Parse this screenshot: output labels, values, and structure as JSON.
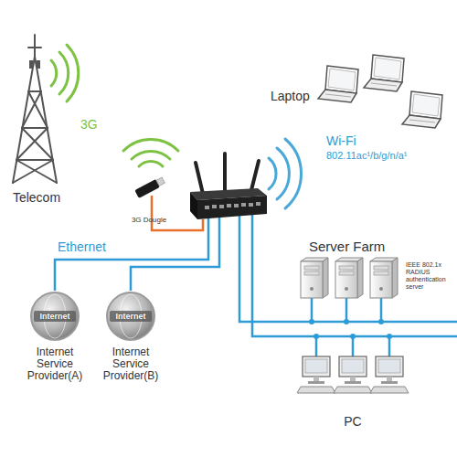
{
  "diagram": {
    "nodes": [
      {
        "text": [
          "Internet",
          "Internet Service Provider(A)"
        ]
      },
      {
        "text": [
          "Internet",
          "Internet Service Provider(B)"
        ]
      }
    ],
    "labels": [
      "Telecom",
      "3G",
      "3G Dougle",
      "Laptop",
      "Wi-Fi",
      "802.11ac¹/b/g/n/a¹",
      "Ethernet",
      "Server Farm",
      "IEEE 802.1x RADIUS authentication server",
      "PC"
    ]
  }
}
